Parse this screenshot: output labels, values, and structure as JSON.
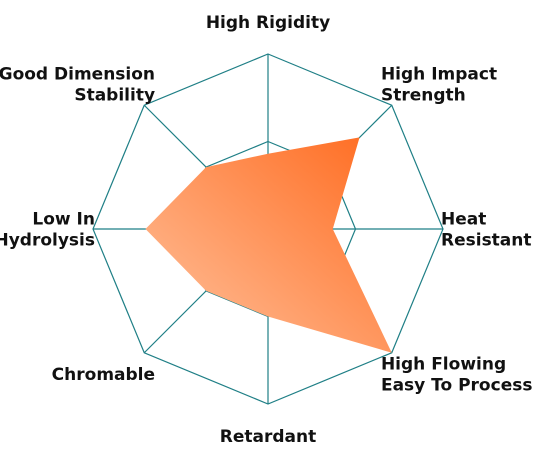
{
  "chart_data": {
    "type": "radar",
    "axes": [
      {
        "label": [
          "High Rigidity"
        ],
        "value": 0.43
      },
      {
        "label": [
          "High Impact",
          "Strength"
        ],
        "value": 0.74
      },
      {
        "label": [
          "Heat",
          "Resistant"
        ],
        "value": 0.37
      },
      {
        "label": [
          "High Flowing",
          "Easy To Process"
        ],
        "value": 1.0
      },
      {
        "label": [
          "Retardant"
        ],
        "value": 0.5
      },
      {
        "label": [
          "Chromable"
        ],
        "value": 0.5
      },
      {
        "label": [
          "Low In",
          "Hydrolysis"
        ],
        "value": 0.7
      },
      {
        "label": [
          "Good Dimension",
          "Stability"
        ],
        "value": 0.5
      }
    ],
    "range": [
      0,
      1
    ],
    "rings": 2,
    "colors": {
      "grid": "#1f7f86",
      "fill_light": "#ffc4a0",
      "fill_dark": "#ff6a1e"
    }
  }
}
